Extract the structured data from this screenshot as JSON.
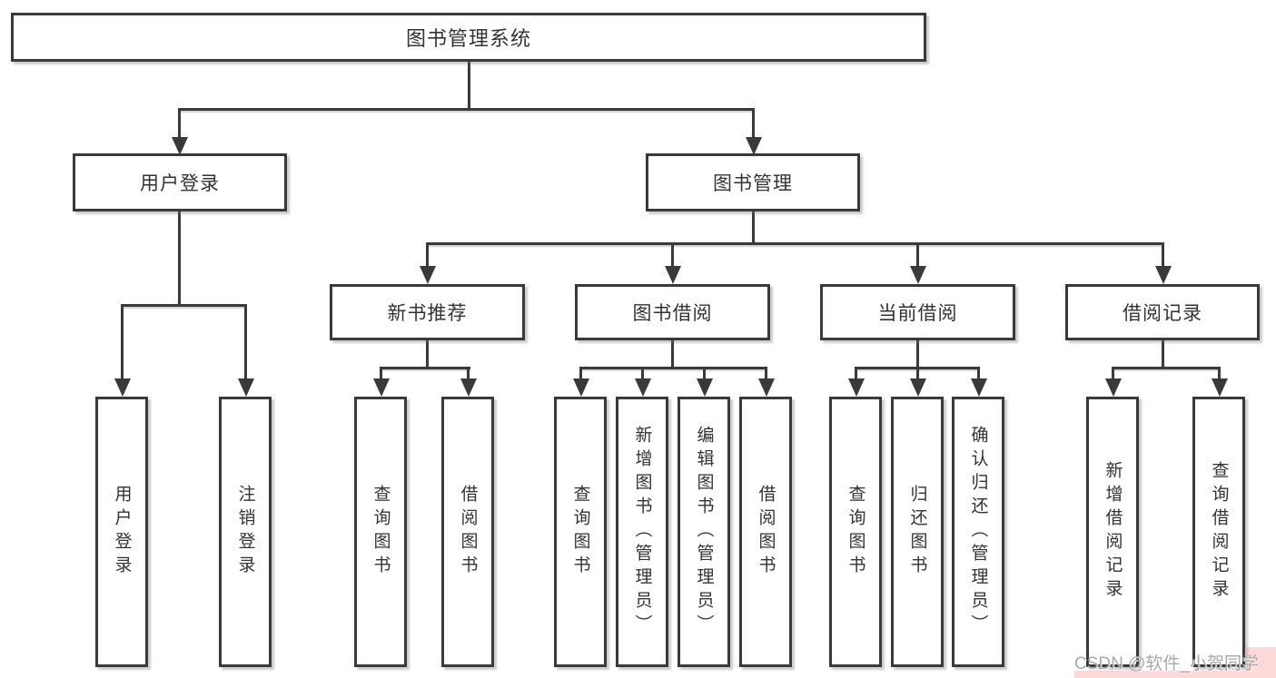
{
  "title": "图书管理系统",
  "watermark": "CSDN @软件_小贺同学",
  "colors": {
    "line": "#3a3a3a",
    "box_background": "#ffffff",
    "text": "#333333",
    "watermark_text": "#a9a9a9",
    "watermark_background": "#ffd9d9"
  },
  "tree": {
    "root": "图书管理系统",
    "user": {
      "label": "用户登录",
      "children": [
        "用户登录",
        "注销登录"
      ]
    },
    "book": {
      "label": "图书管理",
      "new_books": {
        "label": "新书推荐",
        "children": [
          "查询图书",
          "借阅图书"
        ]
      },
      "borrowing": {
        "label": "图书借阅",
        "children": [
          "查询图书",
          "新增图书（管理员）",
          "编辑图书（管理员）",
          "借阅图书"
        ]
      },
      "current": {
        "label": "当前借阅",
        "children": [
          "查询图书",
          "归还图书",
          "确认归还（管理员）"
        ]
      },
      "records": {
        "label": "借阅记录",
        "children": [
          "新增借阅记录",
          "查询借阅记录"
        ]
      }
    }
  }
}
